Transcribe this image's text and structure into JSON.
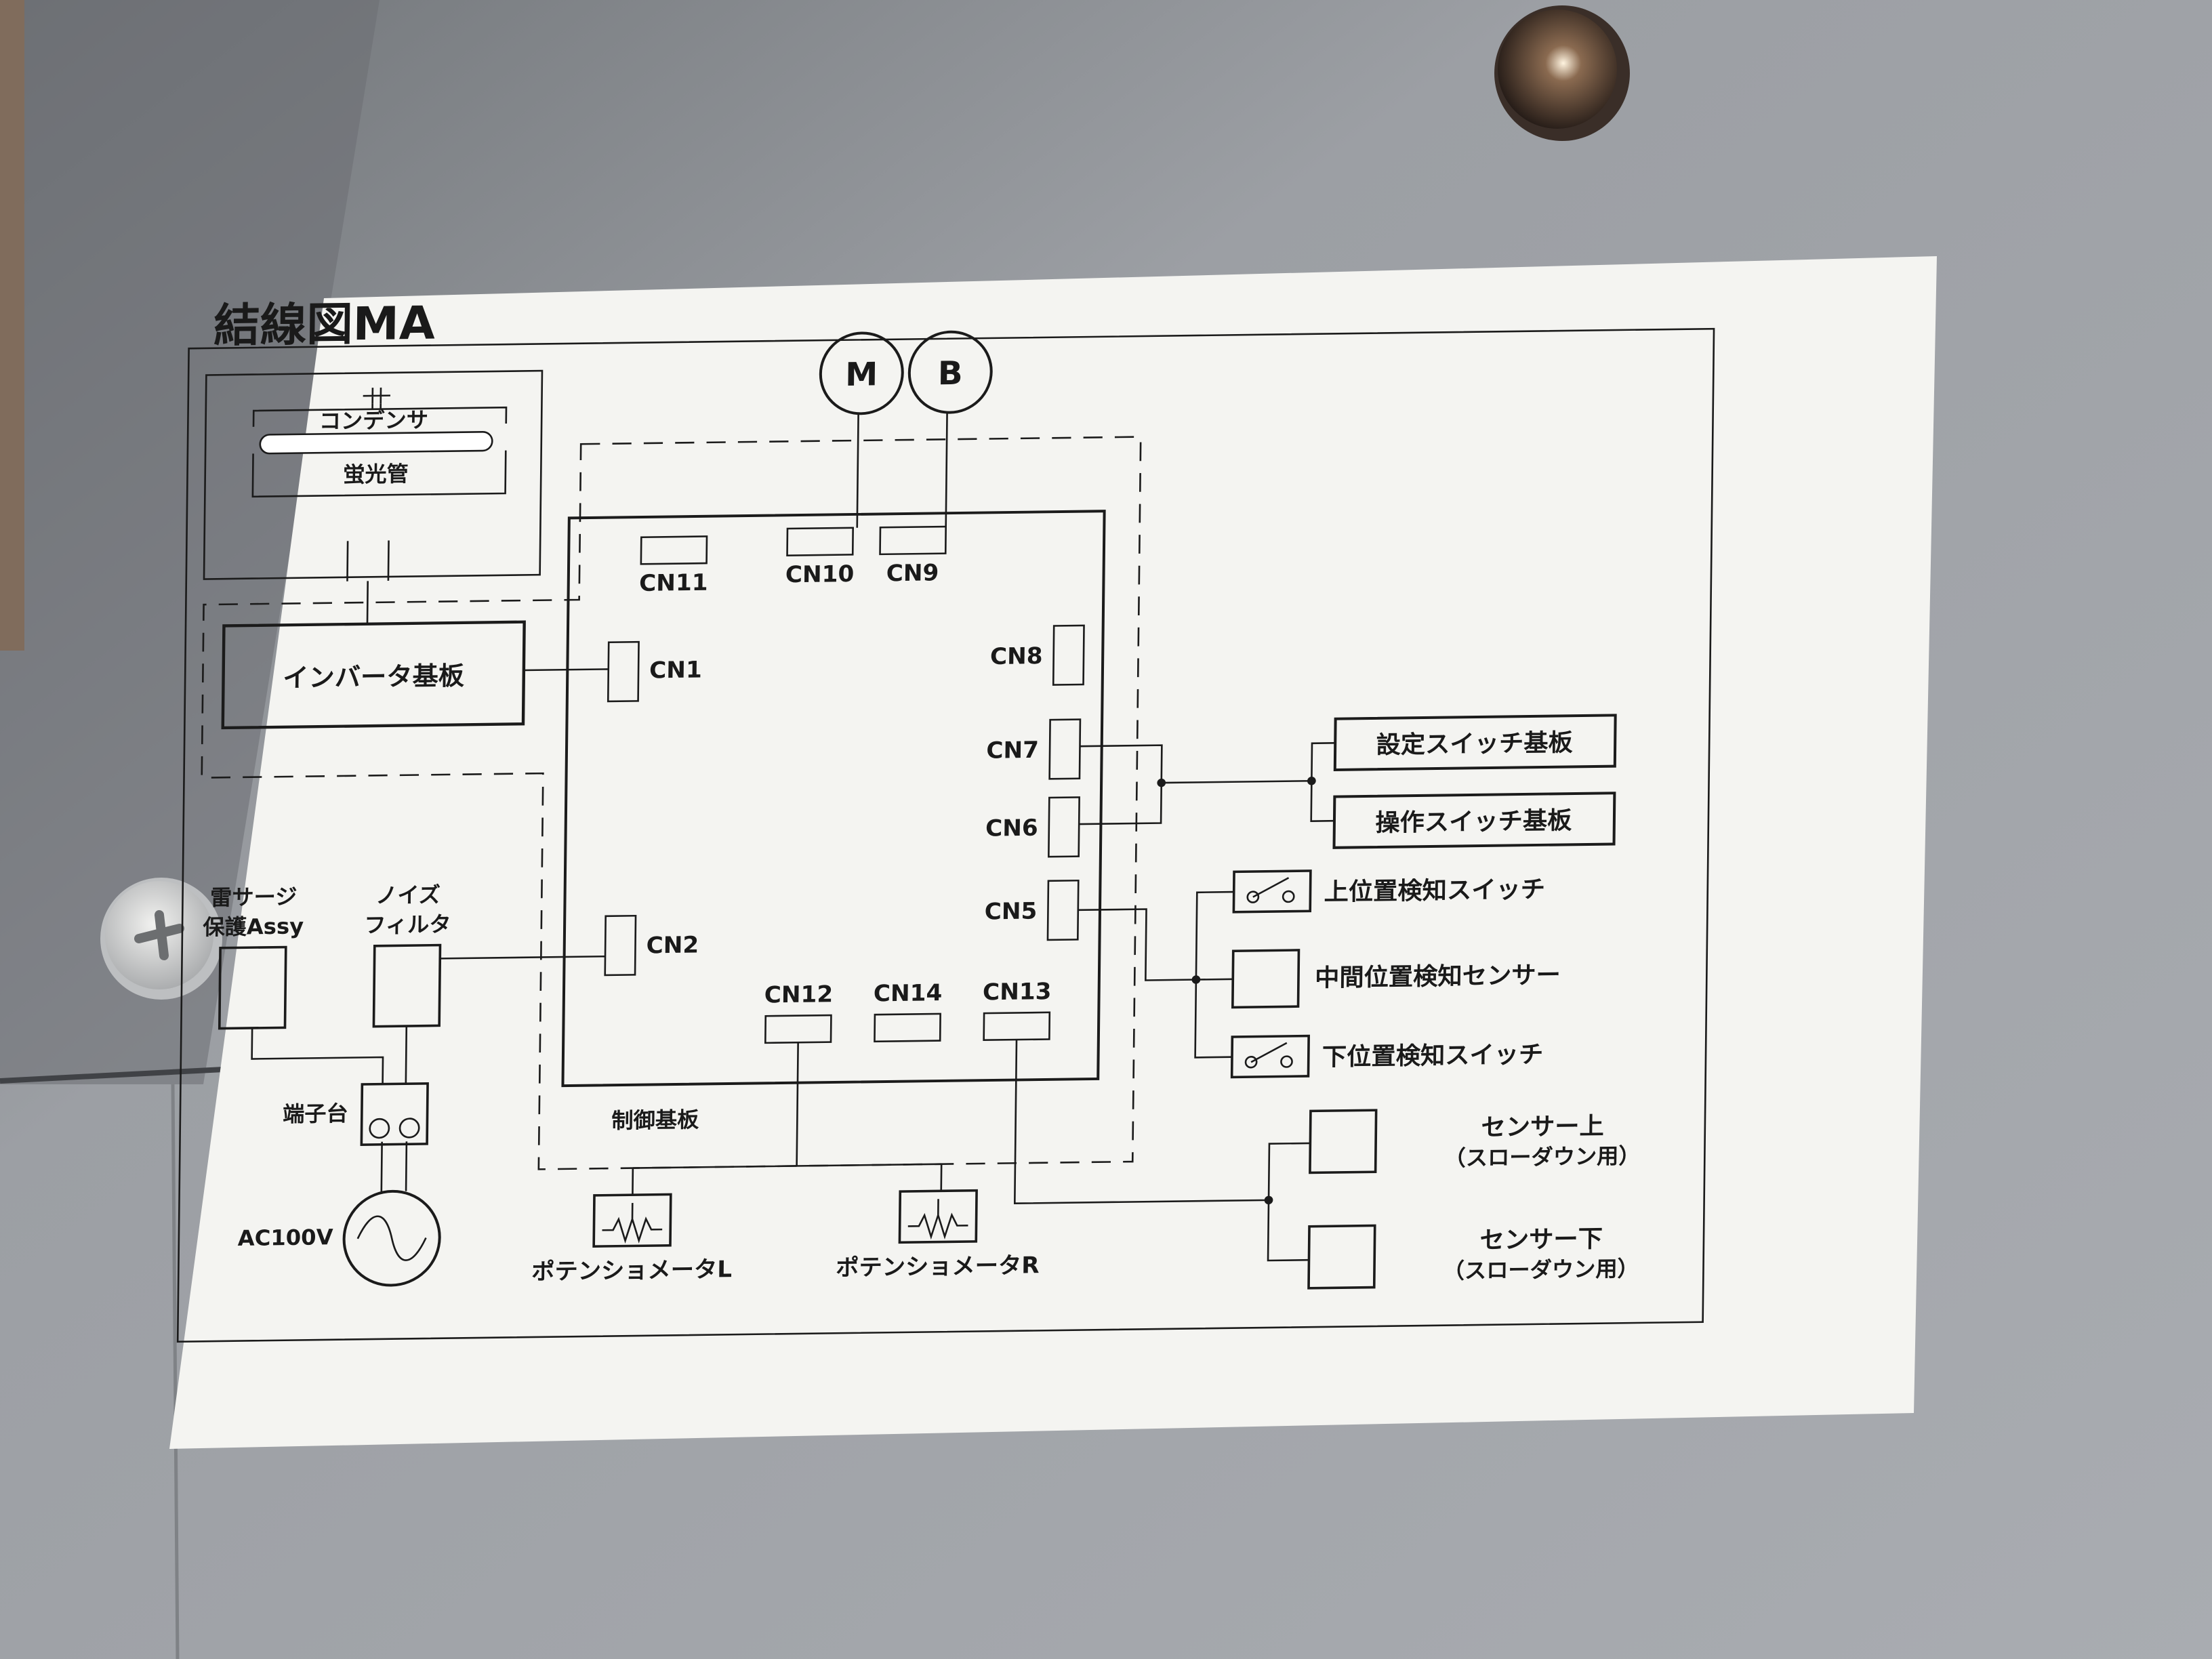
{
  "title": "結線図MA",
  "motors": {
    "m": "M",
    "b": "B"
  },
  "lamp": {
    "condenser": "コンデンサ",
    "tube": "蛍光管"
  },
  "inverter": "インバータ基板",
  "control_board": "制御基板",
  "connectors": {
    "cn1": "CN1",
    "cn2": "CN2",
    "cn5": "CN5",
    "cn6": "CN6",
    "cn7": "CN7",
    "cn8": "CN8",
    "cn9": "CN9",
    "cn10": "CN10",
    "cn11": "CN11",
    "cn12": "CN12",
    "cn13": "CN13",
    "cn14": "CN14"
  },
  "switch_boards": {
    "setting": "設定スイッチ基板",
    "operation": "操作スイッチ基板"
  },
  "position": {
    "upper_switch": "上位置検知スイッチ",
    "middle_sensor": "中間位置検知センサー",
    "lower_switch": "下位置検知スイッチ"
  },
  "sensors": {
    "upper": "センサー上",
    "upper_note": "（スローダウン用）",
    "lower": "センサー下",
    "lower_note": "（スローダウン用）"
  },
  "power": {
    "surge_1": "雷サージ",
    "surge_2": "保護Assy",
    "noise_1": "ノイズ",
    "noise_2": "フィルタ",
    "terminal": "端子台",
    "ac": "AC100V"
  },
  "pots": {
    "left": "ポテンショメータL",
    "right": "ポテンショメータR"
  }
}
